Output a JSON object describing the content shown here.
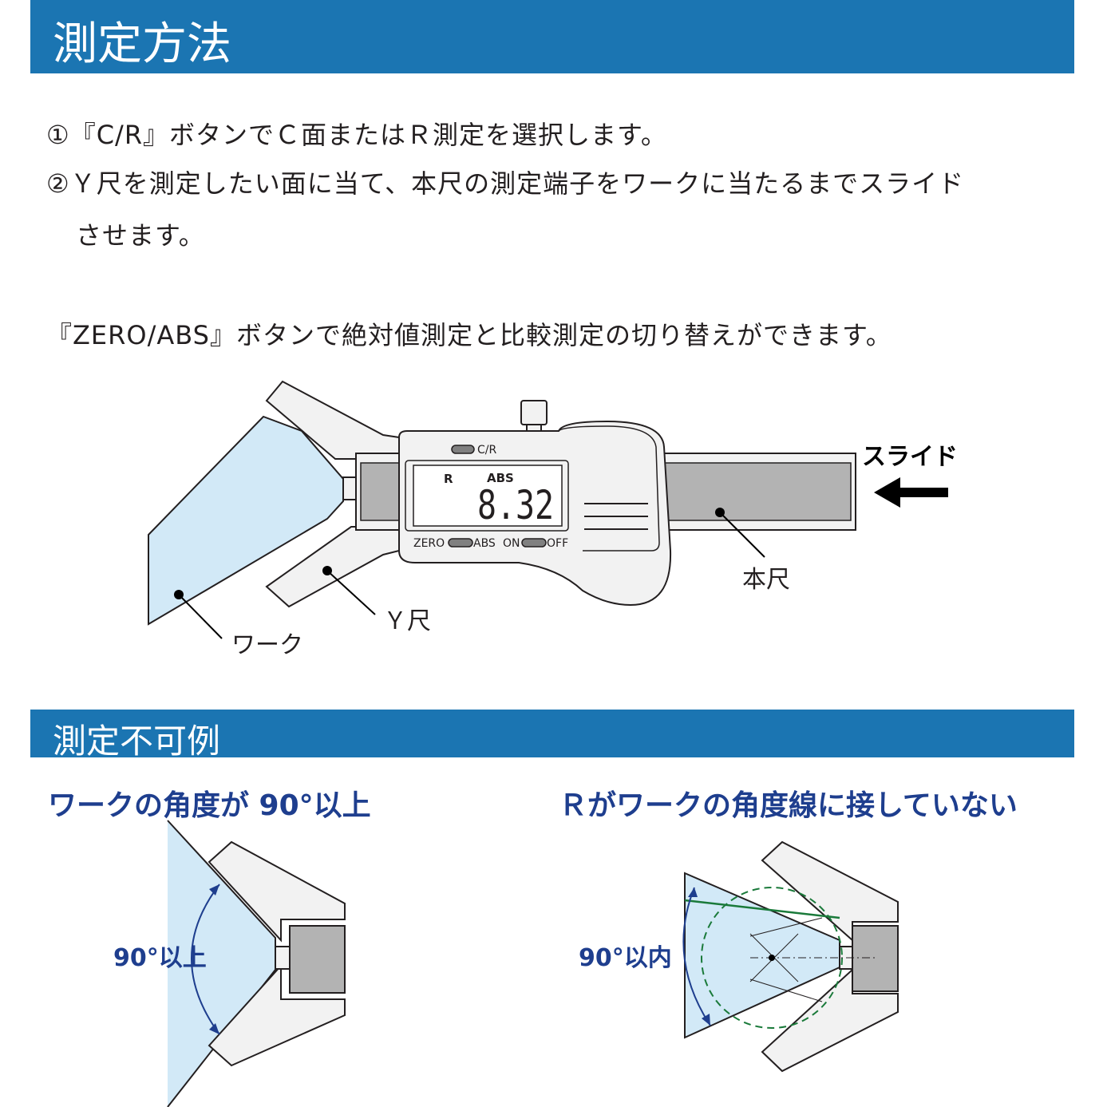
{
  "header": {
    "title": "測定方法"
  },
  "steps": [
    "①『C/R』ボタンでＣ面またはＲ測定を選択します。",
    "②Ｙ尺を測定したい面に当て、本尺の測定端子をワークに当たるまでスライド",
    "させます。"
  ],
  "note": "『ZERO/ABS』ボタンで絶対値測定と比較測定の切り替えができます。",
  "diagram": {
    "slide_label": "スライド",
    "main_scale_label": "本尺",
    "y_scale_label": "Ｙ尺",
    "work_label": "ワーク",
    "display": {
      "cr_label": "C/R",
      "mode_label": "R",
      "abs_label": "ABS",
      "reading": "8.32",
      "zero_label": "ZERO",
      "abs_btn_label": "ABS",
      "on_label": "ON",
      "off_label": "OFF"
    }
  },
  "section2": {
    "title": "測定不可例"
  },
  "examples": [
    {
      "title": "ワークの角度が 90°以上",
      "angle_label": "90°以上"
    },
    {
      "title": "Ｒがワークの角度線に接していない",
      "angle_label": "90°以内"
    }
  ],
  "colors": {
    "banner": "#1b75b2",
    "subtitle": "#1e3e8e",
    "work_fill": "#d2e9f7",
    "scale_gray": "#b3b3b3",
    "tangent_green": "#1a7a3a"
  }
}
